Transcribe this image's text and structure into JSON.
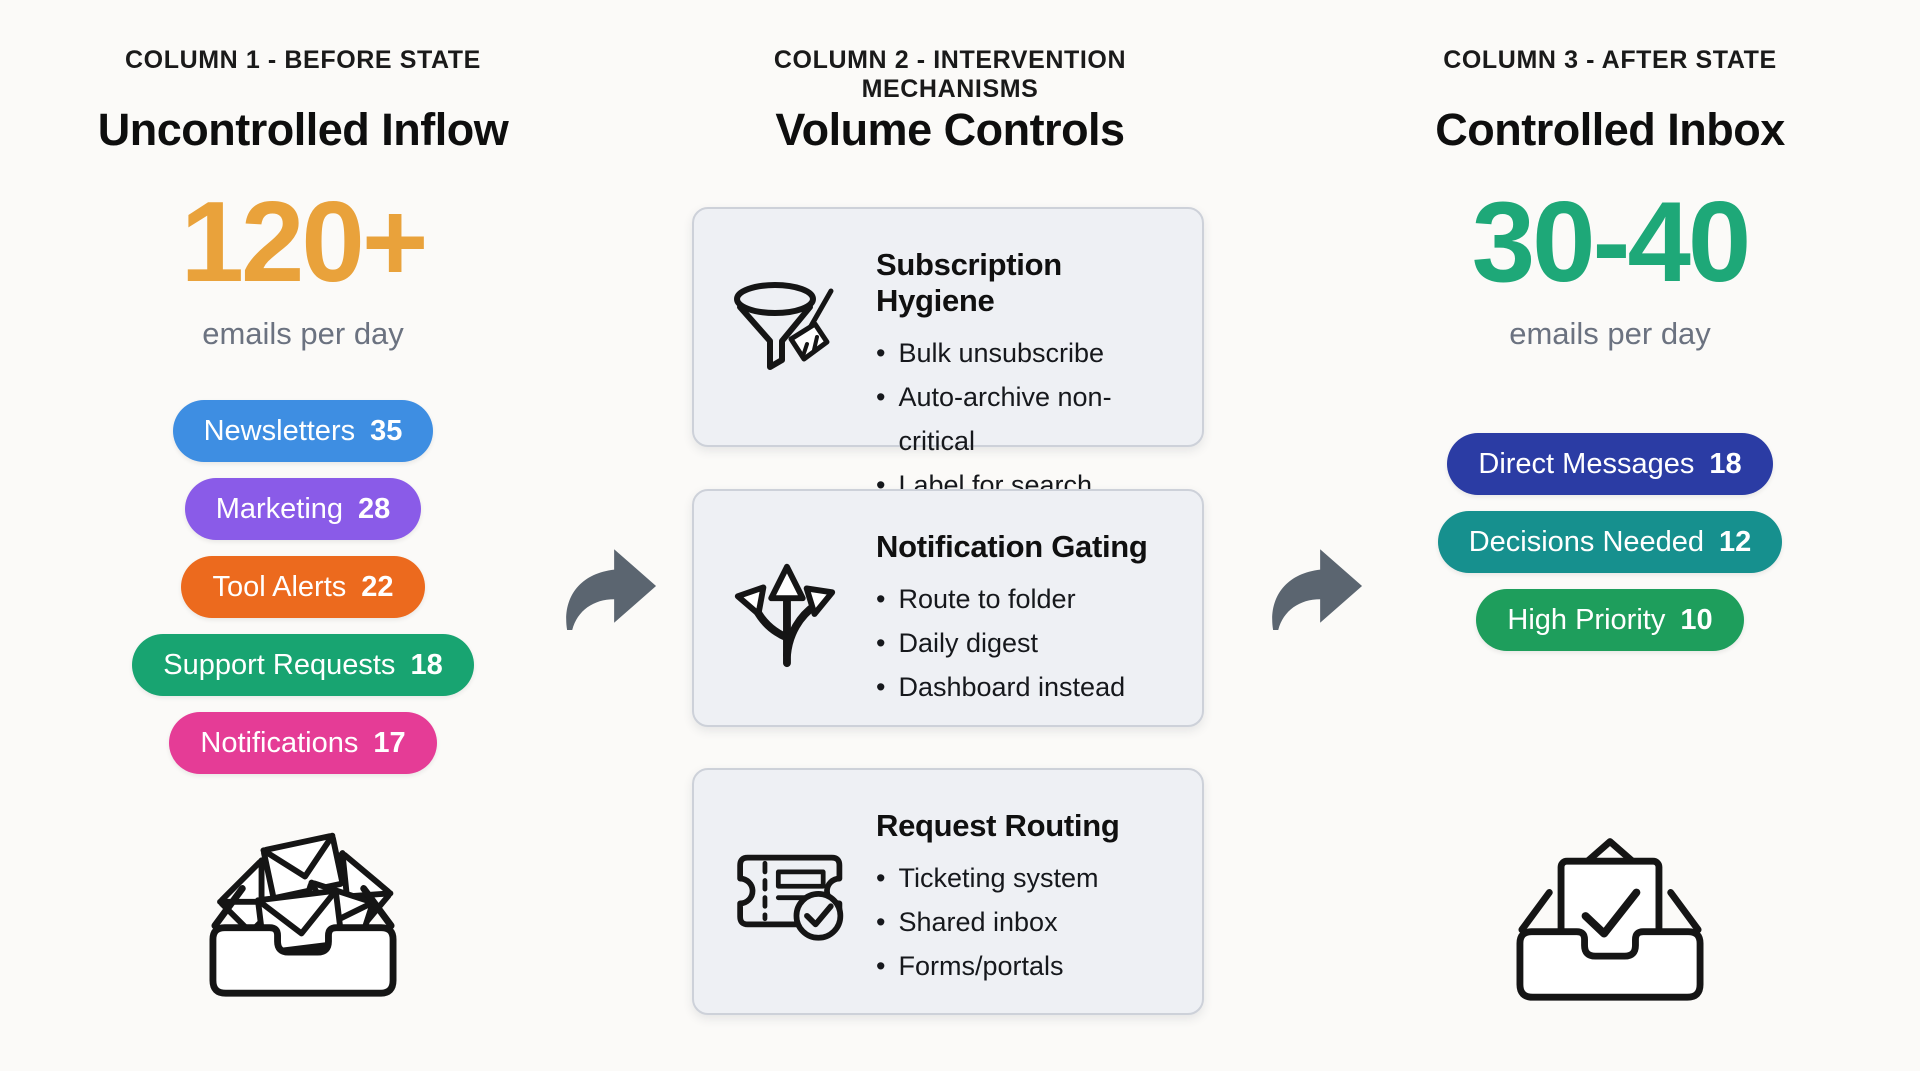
{
  "ui": {
    "bullet_glyph": "•"
  },
  "arrows": {
    "color": "#5b6570"
  },
  "columns": {
    "before": {
      "kicker": "COLUMN 1 - BEFORE STATE",
      "title": "Uncontrolled Inflow",
      "metric": {
        "value": "120+",
        "unit": "emails per day",
        "color": "#e9a23b"
      },
      "pills": [
        {
          "label": "Newsletters",
          "count": "35",
          "color": "#3e8ee2"
        },
        {
          "label": "Marketing",
          "count": "28",
          "color": "#8a5be8"
        },
        {
          "label": "Tool Alerts",
          "count": "22",
          "color": "#ec6a1e"
        },
        {
          "label": "Support Requests",
          "count": "18",
          "color": "#18a471"
        },
        {
          "label": "Notifications",
          "count": "17",
          "color": "#e53c96"
        }
      ],
      "icon": "overflowing-inbox"
    },
    "interventions": {
      "kicker": "COLUMN 2 - INTERVENTION MECHANISMS",
      "title": "Volume Controls",
      "cards": [
        {
          "icon": "funnel-broom",
          "title": "Subscription Hygiene",
          "bullets": [
            "Bulk unsubscribe",
            "Auto-archive non-critical",
            "Label for search"
          ]
        },
        {
          "icon": "branching-arrows",
          "title": "Notification Gating",
          "bullets": [
            "Route to folder",
            "Daily digest",
            "Dashboard instead"
          ]
        },
        {
          "icon": "ticket-check",
          "title": "Request Routing",
          "bullets": [
            "Ticketing system",
            "Shared inbox",
            "Forms/portals"
          ]
        }
      ]
    },
    "after": {
      "kicker": "COLUMN 3 - AFTER STATE",
      "title": "Controlled Inbox",
      "metric": {
        "value": "30-40",
        "unit": "emails per day",
        "color": "#1ea878"
      },
      "pills": [
        {
          "label": "Direct Messages",
          "count": "18",
          "color": "#2b3ca4"
        },
        {
          "label": "Decisions Needed",
          "count": "12",
          "color": "#16908e"
        },
        {
          "label": "High Priority",
          "count": "10",
          "color": "#1e9e5c"
        }
      ],
      "icon": "checked-inbox"
    }
  }
}
